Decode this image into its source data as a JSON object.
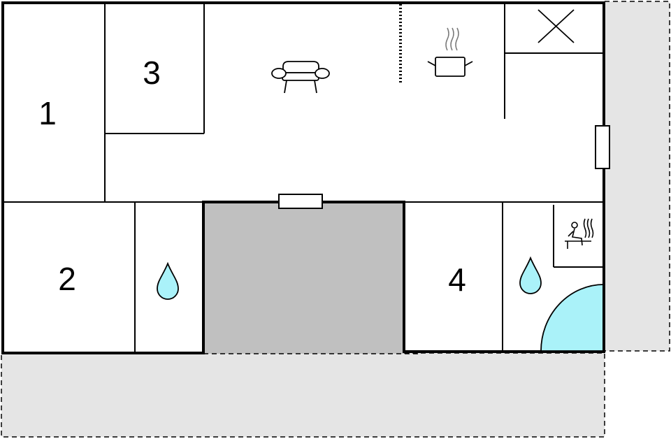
{
  "floorplan": {
    "rooms": [
      {
        "id": "room-1",
        "label": "1"
      },
      {
        "id": "room-2",
        "label": "2"
      },
      {
        "id": "room-3",
        "label": "3"
      },
      {
        "id": "room-4",
        "label": "4"
      }
    ],
    "icons": [
      "armchair-icon",
      "cooking-pot-icon",
      "sauna-icon",
      "water-drop-icon",
      "water-drop-icon",
      "cross-icon"
    ],
    "colors": {
      "wall": "#000000",
      "terrace": "#e5e5e5",
      "courtyard": "#c0c0c0",
      "water": "#aaf2f9",
      "floor": "#ffffff"
    }
  }
}
